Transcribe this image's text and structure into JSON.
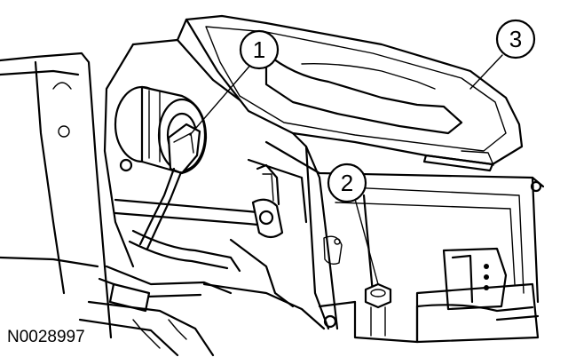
{
  "figure_id": "N0028997",
  "callouts": [
    {
      "label": "1"
    },
    {
      "label": "2"
    },
    {
      "label": "3"
    }
  ],
  "colors": {
    "ink": "#000000",
    "paper": "#ffffff"
  }
}
